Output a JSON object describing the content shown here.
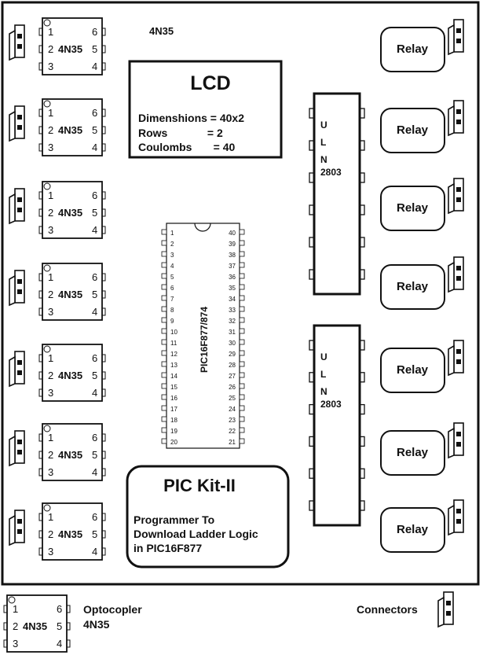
{
  "top_label": "4N35",
  "opto": {
    "part": "4N35",
    "pins_left": [
      "1",
      "2",
      "3"
    ],
    "pins_right": [
      "6",
      "5",
      "4"
    ]
  },
  "lcd": {
    "title": "LCD",
    "lines": [
      "Dimenshions = 40x2",
      "Rows             = 2",
      "Coulombs       = 40"
    ]
  },
  "pic": {
    "part": "PIC16F877/874",
    "pins_left": [
      "1",
      "2",
      "3",
      "4",
      "5",
      "6",
      "7",
      "8",
      "9",
      "10",
      "11",
      "12",
      "13",
      "14",
      "15",
      "16",
      "17",
      "18",
      "19",
      "20"
    ],
    "pins_right": [
      "40",
      "39",
      "38",
      "37",
      "36",
      "35",
      "34",
      "33",
      "32",
      "31",
      "30",
      "29",
      "28",
      "27",
      "26",
      "25",
      "24",
      "23",
      "22",
      "21"
    ]
  },
  "uln": {
    "letters": [
      "U",
      "L",
      "N"
    ],
    "number": "2803"
  },
  "relay_label": "Relay",
  "pickit": {
    "title": "PIC Kit-II",
    "lines": [
      "Programmer To",
      "Download Ladder Logic",
      "in PIC16F877"
    ]
  },
  "legend": {
    "opto_label_line1": "Optocopler",
    "opto_label_line2": "4N35",
    "connectors_label": "Connectors"
  }
}
